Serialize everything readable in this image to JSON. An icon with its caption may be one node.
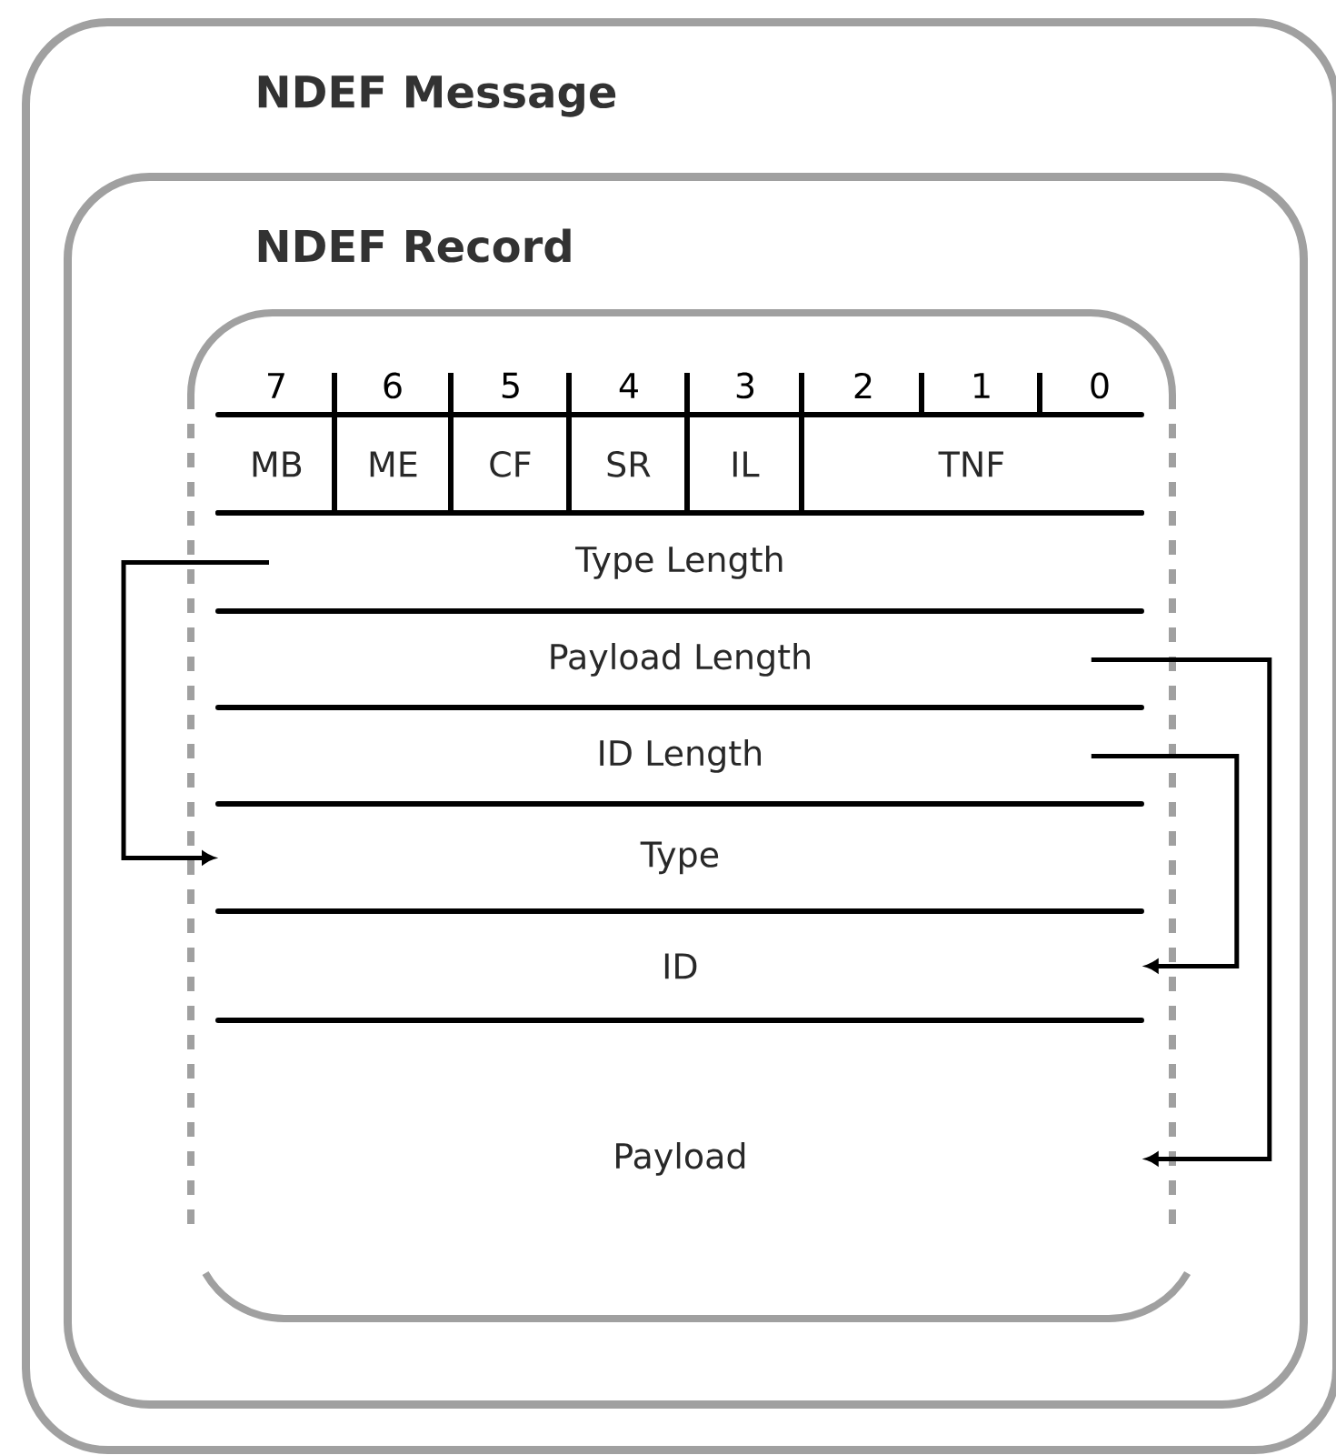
{
  "diagram": {
    "nodes": [
      {
        "text": [
          "NDEF Message"
        ]
      },
      {
        "text": [
          "NDEF Record"
        ],
        "in": 0
      },
      {
        "text": [],
        "shape": "box",
        "in": 1
      },
      {
        "text": [
          "MB"
        ],
        "in": 2
      },
      {
        "text": [
          "ME"
        ],
        "in": 2
      },
      {
        "text": [
          "CF"
        ],
        "in": 2
      },
      {
        "text": [
          "SR"
        ],
        "in": 2
      },
      {
        "text": [
          "IL"
        ],
        "in": 2
      },
      {
        "text": [
          "TNF"
        ],
        "in": 2
      },
      {
        "text": [
          "Type Length"
        ],
        "in": 2
      },
      {
        "text": [
          "Payload Length"
        ],
        "in": 2
      },
      {
        "text": [
          "ID Length"
        ],
        "in": 2
      },
      {
        "text": [
          "Type"
        ],
        "in": 2
      },
      {
        "text": [
          "ID"
        ],
        "in": 2
      },
      {
        "text": [
          "Payload"
        ],
        "in": 2
      }
    ],
    "edges": [
      {
        "from": 9,
        "to": 12,
        "arrow": "to"
      },
      {
        "from": 10,
        "to": 14,
        "arrow": "to"
      },
      {
        "from": 11,
        "to": 13,
        "arrow": "to"
      }
    ],
    "labels": [
      "7",
      "6",
      "5",
      "4",
      "3",
      "2",
      "1",
      "0"
    ]
  }
}
